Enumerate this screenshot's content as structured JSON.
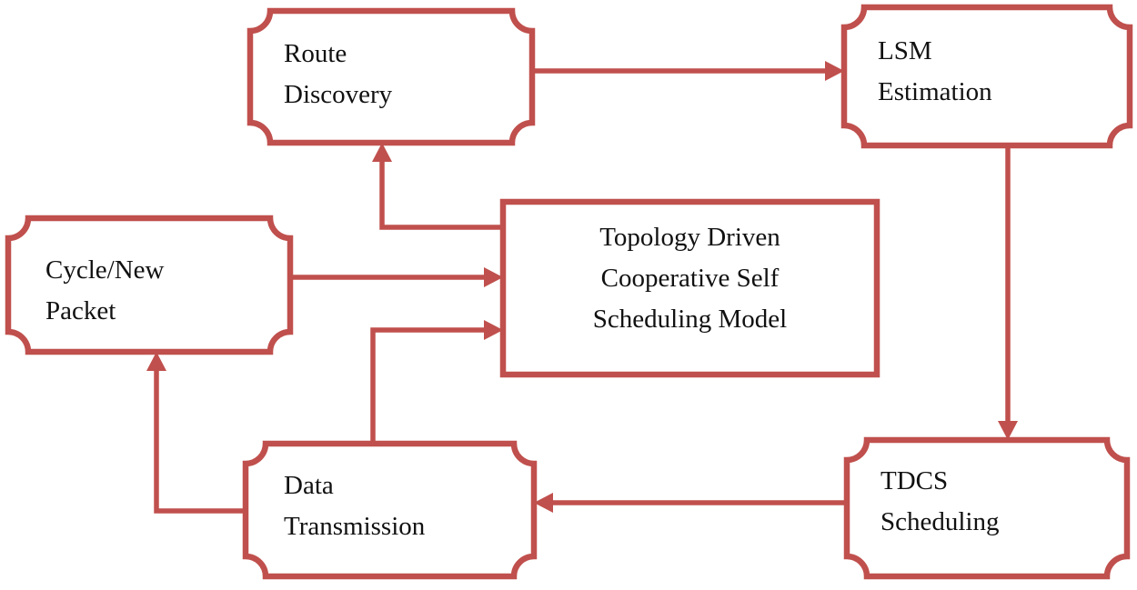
{
  "diagram": {
    "accent_color": "#C0504D",
    "text_color": "#111111",
    "background_color": "#ffffff",
    "nodes": [
      {
        "id": "route-discovery",
        "shape": "plaque",
        "lines": [
          "Route",
          "Discovery"
        ]
      },
      {
        "id": "lsm-estimation",
        "shape": "plaque",
        "lines": [
          "LSM",
          "Estimation"
        ]
      },
      {
        "id": "cycle-new-packet",
        "shape": "plaque",
        "lines": [
          "Cycle/New",
          "Packet"
        ]
      },
      {
        "id": "topology-model",
        "shape": "rectangle",
        "lines": [
          "Topology Driven",
          "Cooperative Self",
          "Scheduling Model"
        ]
      },
      {
        "id": "data-transmission",
        "shape": "plaque",
        "lines": [
          "Data",
          "Transmission"
        ]
      },
      {
        "id": "tdcs-scheduling",
        "shape": "plaque",
        "lines": [
          "TDCS",
          "Scheduling"
        ]
      }
    ],
    "edges": [
      {
        "from": "route-discovery",
        "to": "lsm-estimation"
      },
      {
        "from": "lsm-estimation",
        "to": "tdcs-scheduling"
      },
      {
        "from": "tdcs-scheduling",
        "to": "data-transmission"
      },
      {
        "from": "data-transmission",
        "to": "cycle-new-packet"
      },
      {
        "from": "cycle-new-packet",
        "to": "topology-model"
      },
      {
        "from": "data-transmission",
        "to": "topology-model"
      },
      {
        "from": "topology-model",
        "to": "route-discovery"
      }
    ]
  }
}
